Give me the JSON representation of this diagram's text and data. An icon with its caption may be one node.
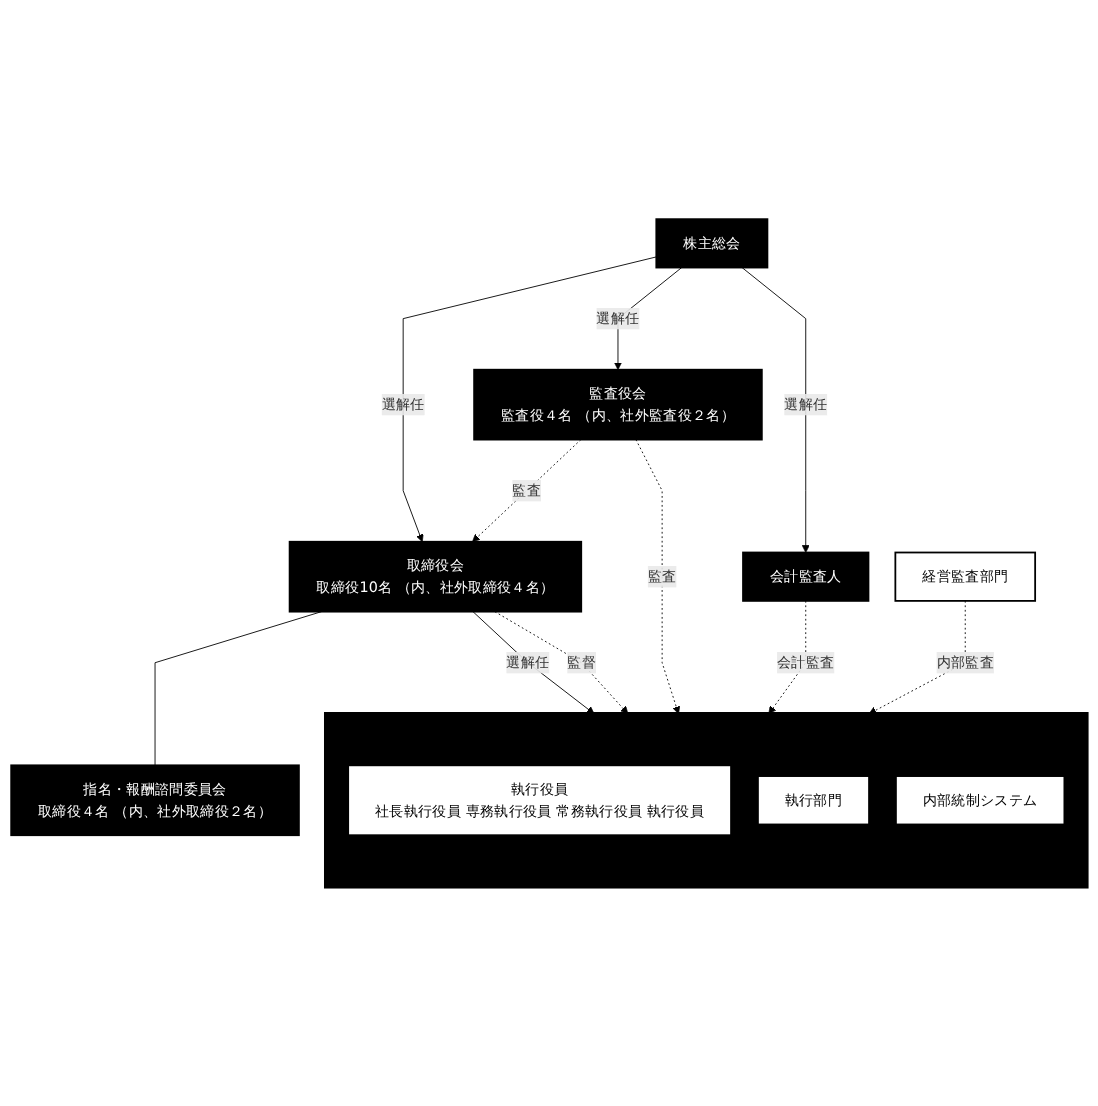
{
  "diagram": {
    "nodes": [
      {
        "text": [
          "株主総会"
        ]
      },
      {
        "text": [
          "監査役会",
          "監査役４名 （内、社外監査役２名）"
        ]
      },
      {
        "text": [
          "取締役会",
          "取締役10名 （内、社外取締役４名）"
        ]
      },
      {
        "text": [
          "会計監査人"
        ]
      },
      {
        "text": [
          "指名・報酬諮問委員会",
          "取締役４名 （内、社外取締役２名）"
        ]
      },
      {
        "text": [],
        "shape": "box"
      },
      {
        "text": [
          "執行役員",
          "社長執行役員 専務執行役員 常務執行役員 執行役員"
        ],
        "in": 5
      },
      {
        "text": [
          "執行部門"
        ],
        "in": 5
      },
      {
        "text": [
          "内部統制システム"
        ],
        "in": 5
      },
      {
        "text": [
          "経営監査部門"
        ]
      }
    ],
    "edges": [
      {
        "from": 0,
        "to": 1,
        "arrow": "to",
        "label": "選解任"
      },
      {
        "from": 0,
        "to": 2,
        "arrow": "to",
        "label": "選解任"
      },
      {
        "from": 0,
        "to": 3,
        "arrow": "to",
        "label": "選解任"
      },
      {
        "from": 1,
        "to": 2,
        "arrow": "to",
        "label": "監査",
        "style": "dashed"
      },
      {
        "from": 2,
        "to": 4,
        "arrow": "none"
      },
      {
        "from": 2,
        "to": 5,
        "arrow": "to",
        "label": "選解任"
      },
      {
        "from": 2,
        "to": 5,
        "arrow": "to",
        "label": "監督",
        "style": "dashed"
      },
      {
        "from": 1,
        "to": 5,
        "arrow": "to",
        "label": "監査",
        "style": "dashed"
      },
      {
        "from": 3,
        "to": 5,
        "arrow": "to",
        "label": "会計監査",
        "style": "dashed"
      },
      {
        "from": 9,
        "to": 5,
        "arrow": "to",
        "label": "内部監査",
        "style": "dashed"
      }
    ]
  }
}
